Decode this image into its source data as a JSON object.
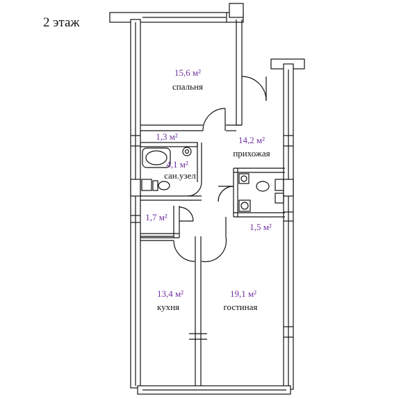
{
  "floor_label": "2 этаж",
  "accent_color": "#7030a0",
  "rooms": {
    "bedroom": {
      "area": "15,6 м²",
      "name": "спальня"
    },
    "hallway": {
      "area": "14,2 м²",
      "name": "прихожая"
    },
    "closet": {
      "area": "1,3 м²"
    },
    "bathroom": {
      "area": "4,1 м²",
      "name": "сан.узел"
    },
    "storage": {
      "area": "1,7 м²"
    },
    "wc": {
      "area": "1,5 м²"
    },
    "kitchen": {
      "area": "13,4 м²",
      "name": "кухня"
    },
    "living": {
      "area": "19,1 м²",
      "name": "гостиная"
    }
  }
}
